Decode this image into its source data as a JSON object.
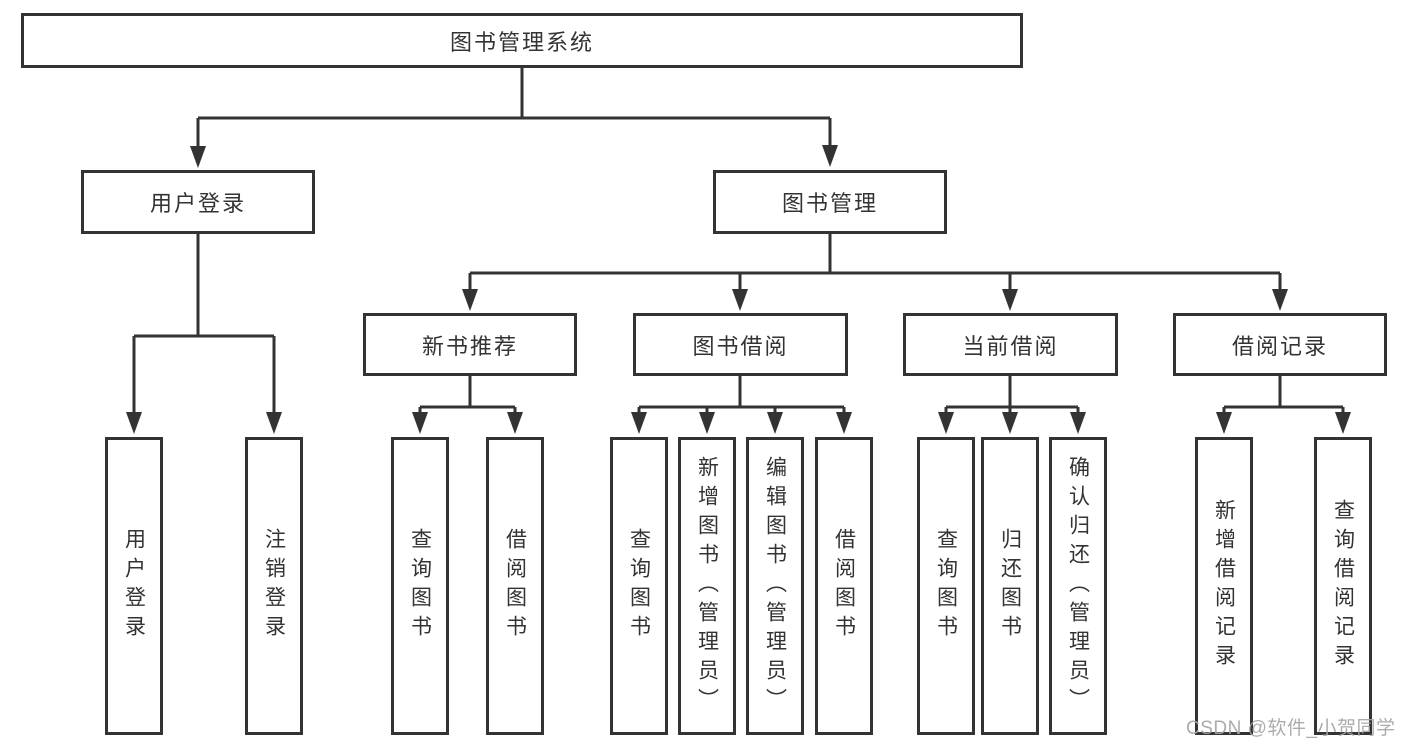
{
  "diagram": {
    "root": "图书管理系统",
    "level2": {
      "user_login": "用户登录",
      "book_mgmt": "图书管理"
    },
    "level3": {
      "new_books": "新书推荐",
      "book_borrow": "图书借阅",
      "current_borrow": "当前借阅",
      "borrow_records": "借阅记录"
    },
    "children": {
      "user_login": [
        "用户登录",
        "注销登录"
      ],
      "new_books": [
        "查询图书",
        "借阅图书"
      ],
      "book_borrow": [
        "查询图书",
        "新增图书（管理员）",
        "编辑图书（管理员）",
        "借阅图书"
      ],
      "current_borrow": [
        "查询图书",
        "归还图书",
        "确认归还（管理员）"
      ],
      "borrow_records": [
        "新增借阅记录",
        "查询借阅记录"
      ]
    }
  },
  "watermark": "CSDN @软件_小贺同学",
  "colors": {
    "line": "#333333",
    "text": "#333333",
    "box_background": "#ffffff",
    "page_background": "#ffffff",
    "watermark": "#a6a6a6"
  }
}
